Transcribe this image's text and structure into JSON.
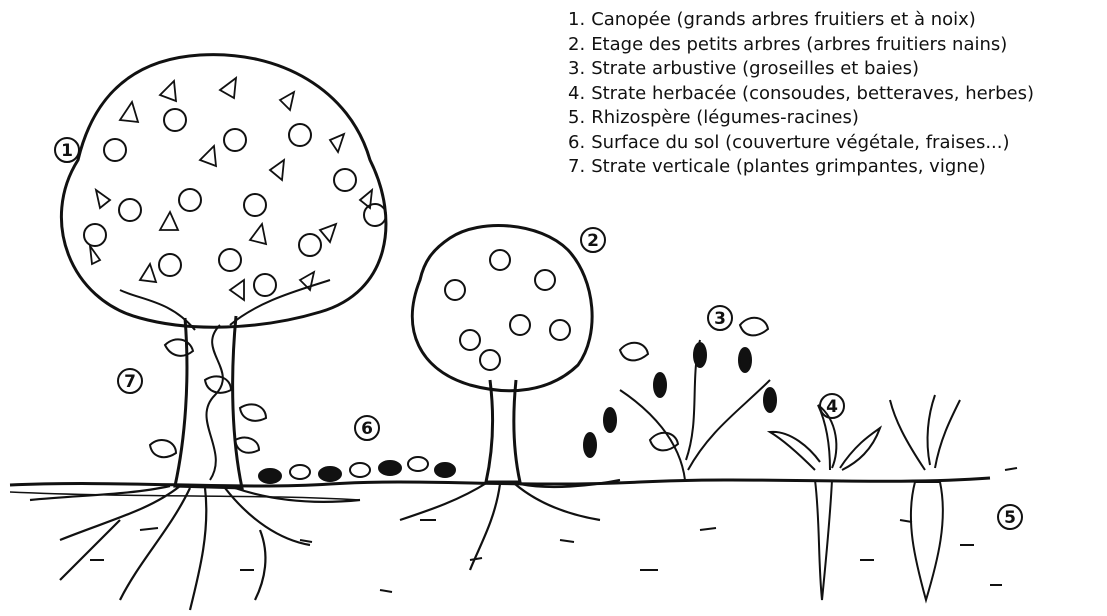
{
  "legend": [
    {
      "num": "1.",
      "text": "Canopée (grands arbres fruitiers et à noix)"
    },
    {
      "num": "2.",
      "text": "Etage des petits arbres (arbres fruitiers nains)"
    },
    {
      "num": "3.",
      "text": "Strate arbustive (groseilles et baies)"
    },
    {
      "num": "4.",
      "text": "Strate herbacée (consoudes, betteraves, herbes)"
    },
    {
      "num": "5.",
      "text": "Rhizospère (légumes-racines)"
    },
    {
      "num": "6.",
      "text": "Surface du sol (couverture végétale, fraises...)"
    },
    {
      "num": "7.",
      "text": "Strate verticale (plantes grimpantes, vigne)"
    }
  ],
  "markers": {
    "m1": "1",
    "m2": "2",
    "m3": "3",
    "m4": "4",
    "m5": "5",
    "m6": "6",
    "m7": "7"
  },
  "colors": {
    "ink": "#111111",
    "background": "#ffffff"
  }
}
